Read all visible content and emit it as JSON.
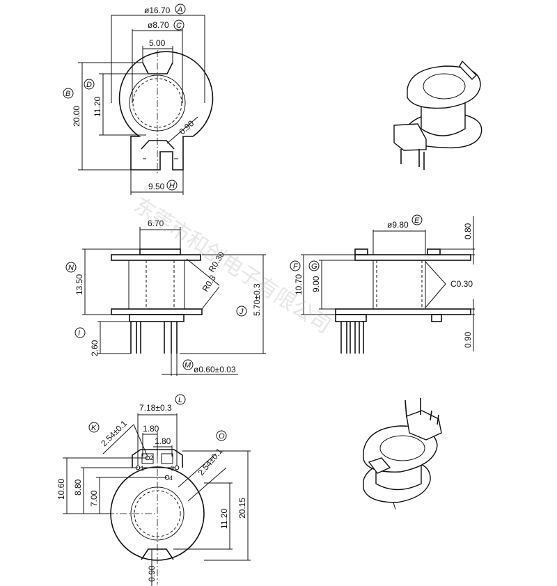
{
  "dimensions": {
    "top_view": {
      "outer_dia": "ø16.70",
      "inner_dia": "ø8.70",
      "slot_width": "5.00",
      "height_b": "20.00",
      "height_d": "11.20",
      "wall": "0.90",
      "base_width": "9.50"
    },
    "side_view": {
      "top_width": "6.70",
      "radius_1": "R0.30",
      "radius_2": "R0.3",
      "height_n": "13.50",
      "height_j": "5.70±0.3",
      "pin_length": "2.60",
      "pin_dia": "ø0.60±0.03"
    },
    "section_view": {
      "center_dia": "ø9.80",
      "flange_thickness": "0.80",
      "height_f": "10.70",
      "height_g": "9.00",
      "chamfer": "C0.30",
      "flange_bottom": "0.90"
    },
    "bottom_view": {
      "pin_span": "7.18±0.3",
      "pitch_1": "1.80",
      "pitch_2": "1.80",
      "pitch_k": "2.54±0.1",
      "pitch_o": "2.54±0.1",
      "height_1": "10.60",
      "height_2": "8.80",
      "height_3": "7.00",
      "height_4": "11.20",
      "height_5": "20.15",
      "wall_bottom": "0.90"
    }
  },
  "labels": {
    "A": "A",
    "B": "B",
    "C": "C",
    "D": "D",
    "E": "E",
    "F": "F",
    "G": "G",
    "H": "H",
    "I": "I",
    "J": "J",
    "K": "K",
    "L": "L",
    "M": "M",
    "N": "N",
    "O": "O"
  },
  "pins": {
    "p1": "1",
    "p2": "2",
    "p3": "3",
    "p4": "4"
  },
  "watermark": "东莞市和创电子有限公司"
}
